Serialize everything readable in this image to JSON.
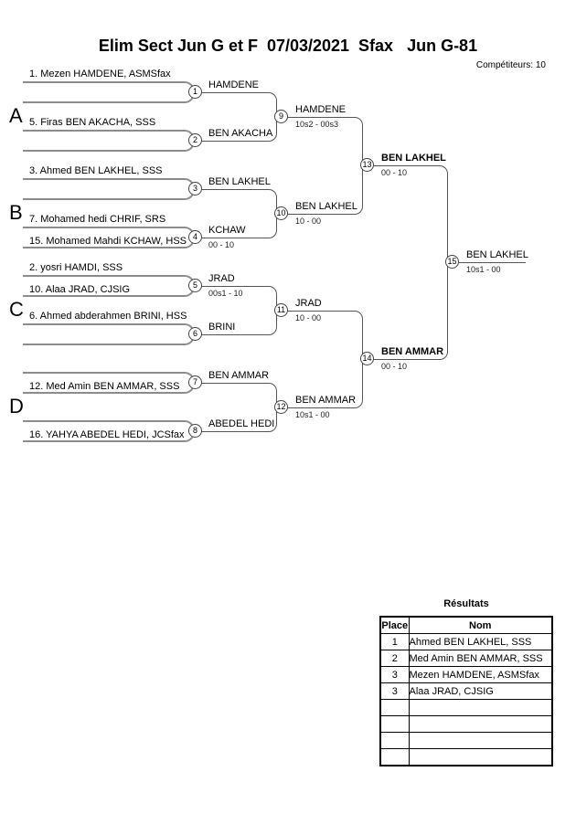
{
  "title": "Elim Sect Jun G et F  07/03/2021  Sfax   Jun G-81",
  "competitors_label": "Compétiteurs: 10",
  "sections": {
    "a": "A",
    "b": "B",
    "c": "C",
    "d": "D"
  },
  "players": {
    "p1": "1. Mezen HAMDENE, ASMSfax",
    "p5": "5. Firas BEN AKACHA, SSS",
    "p3": "3. Ahmed BEN LAKHEL, SSS",
    "p7": "7. Mohamed hedi CHRIF, SRS",
    "p15": "15. Mohamed Mahdi KCHAW, HSS",
    "p2": "2. yosri HAMDI, SSS",
    "p10": "10. Alaa JRAD, CJSIG",
    "p6": "6. Ahmed abderahmen BRINI, HSS",
    "p12": "12. Med Amin BEN AMMAR, SSS",
    "p16": "16. YAHYA ABEDEL HEDI, JCSfax"
  },
  "matches": {
    "m1": {
      "no": "1",
      "winner": "HAMDENE",
      "score": ""
    },
    "m2": {
      "no": "2",
      "winner": "BEN AKACHA",
      "score": ""
    },
    "m3": {
      "no": "3",
      "winner": "BEN LAKHEL",
      "score": ""
    },
    "m4": {
      "no": "4",
      "winner": "KCHAW",
      "score": "00 - 10"
    },
    "m5": {
      "no": "5",
      "winner": "JRAD",
      "score": "00s1 - 10"
    },
    "m6": {
      "no": "6",
      "winner": "BRINI",
      "score": ""
    },
    "m7": {
      "no": "7",
      "winner": "BEN AMMAR",
      "score": ""
    },
    "m8": {
      "no": "8",
      "winner": "ABEDEL HEDI",
      "score": ""
    },
    "m9": {
      "no": "9",
      "winner": "HAMDENE",
      "score": "10s2 - 00s3"
    },
    "m10": {
      "no": "10",
      "winner": "BEN LAKHEL",
      "score": "10 - 00"
    },
    "m11": {
      "no": "11",
      "winner": "JRAD",
      "score": "10 - 00"
    },
    "m12": {
      "no": "12",
      "winner": "BEN AMMAR",
      "score": "10s1 - 00"
    },
    "m13": {
      "no": "13",
      "winner": "BEN LAKHEL",
      "score": "00 - 10"
    },
    "m14": {
      "no": "14",
      "winner": "BEN AMMAR",
      "score": "00 - 10"
    },
    "m15": {
      "no": "15",
      "winner": "BEN LAKHEL",
      "score": "10s1 - 00"
    }
  },
  "results": {
    "title": "Résultats",
    "headers": {
      "place": "Place",
      "name": "Nom"
    },
    "rows": [
      {
        "place": "1",
        "name": "Ahmed BEN LAKHEL, SSS"
      },
      {
        "place": "2",
        "name": "Med Amin BEN AMMAR, SSS"
      },
      {
        "place": "3",
        "name": "Mezen HAMDENE, ASMSfax"
      },
      {
        "place": "3",
        "name": "Alaa JRAD, CJSIG"
      },
      {
        "place": "",
        "name": ""
      },
      {
        "place": "",
        "name": ""
      },
      {
        "place": "",
        "name": ""
      },
      {
        "place": "",
        "name": ""
      }
    ]
  },
  "colors": {
    "player_line": "#8c8c8c",
    "connector_line": "#555555",
    "circle_border": "#444444",
    "table_border": "#000000",
    "text": "#000000"
  }
}
